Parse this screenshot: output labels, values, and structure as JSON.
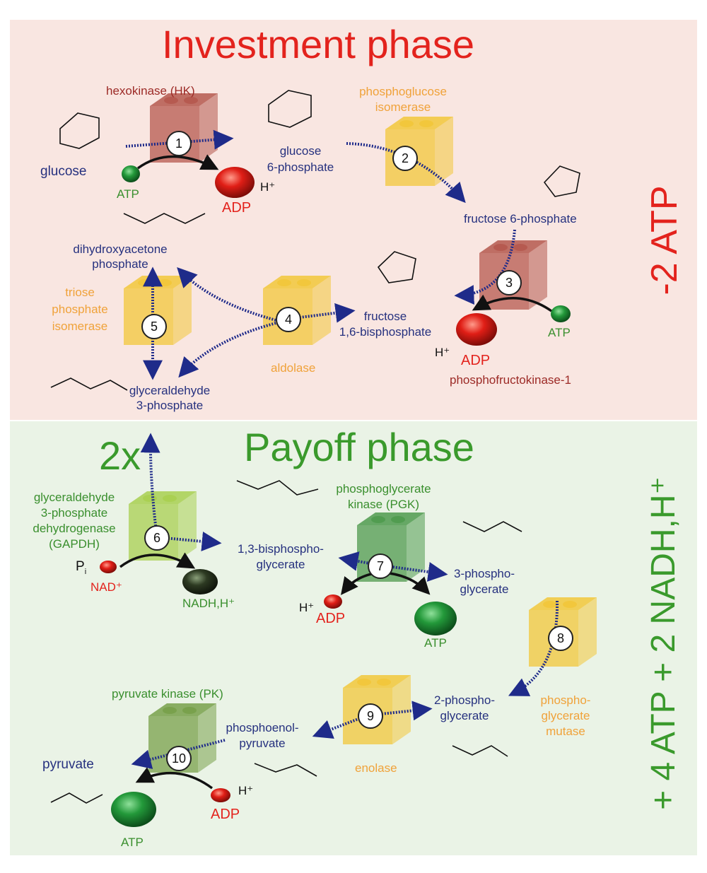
{
  "investment": {
    "title": "Investment phase",
    "net": "-2 ATP",
    "steps": {
      "s1": "1",
      "s2": "2",
      "s3": "3",
      "s4": "4",
      "s5": "5"
    },
    "enzymes": {
      "hk": "hexokinase (HK)",
      "pgi_1": "phosphoglucose",
      "pgi_2": "isomerase",
      "pfk": "phosphofructokinase-1",
      "aldolase": "aldolase",
      "tpi_1": "triose",
      "tpi_2": "phosphate",
      "tpi_3": "isomerase"
    },
    "metabolites": {
      "glucose": "glucose",
      "g6p_1": "glucose",
      "g6p_2": "6-phosphate",
      "f6p": "fructose 6-phosphate",
      "f16bp_1": "fructose",
      "f16bp_2": "1,6-bisphosphate",
      "dhap_1": "dihydroxyacetone",
      "dhap_2": "phosphate",
      "g3p_1": "glyceraldehyde",
      "g3p_2": "3-phosphate"
    },
    "cofactors": {
      "atp1": "ATP",
      "adp1": "ADP",
      "h1": "H⁺",
      "atp3": "ATP",
      "adp3": "ADP",
      "h3": "H⁺"
    }
  },
  "payoff": {
    "title": "Payoff phase",
    "multiplier": "2x",
    "net": "+ 4 ATP + 2 NADH,H⁺",
    "steps": {
      "s6": "6",
      "s7": "7",
      "s8": "8",
      "s9": "9",
      "s10": "10"
    },
    "enzymes": {
      "gapdh_1": "glyceraldehyde",
      "gapdh_2": "3-phosphate",
      "gapdh_3": "dehydrogenase",
      "gapdh_4": "(GAPDH)",
      "pgk_1": "phosphoglycerate",
      "pgk_2": "kinase (PGK)",
      "pgm_1": "phospho-",
      "pgm_2": "glycerate",
      "pgm_3": "mutase",
      "enolase": "enolase",
      "pk": "pyruvate kinase (PK)"
    },
    "metabolites": {
      "bpg_1": "1,3-bisphospho-",
      "bpg_2": "glycerate",
      "pg3_1": "3-phospho-",
      "pg3_2": "glycerate",
      "pg2_1": "2-phospho-",
      "pg2_2": "glycerate",
      "pep_1": "phosphoenol-",
      "pep_2": "pyruvate",
      "pyruvate": "pyruvate"
    },
    "cofactors": {
      "pi": "P",
      "pi_sub": "i",
      "nad": "NAD⁺",
      "nadh": "NADH,H⁺",
      "h7": "H⁺",
      "adp7": "ADP",
      "atp7": "ATP",
      "h10": "H⁺",
      "adp10": "ADP",
      "atp10": "ATP"
    }
  },
  "colors": {
    "investment_bg": "#f9e6e1",
    "payoff_bg": "#eaf3e6",
    "investment_text": "#e3231d",
    "payoff_text": "#3a9a2c",
    "metabolite_text": "#26317f",
    "isomerase_text": "#f0a23a",
    "kinase_text": "#9c2a26",
    "arrow": "#1f2b8a"
  }
}
